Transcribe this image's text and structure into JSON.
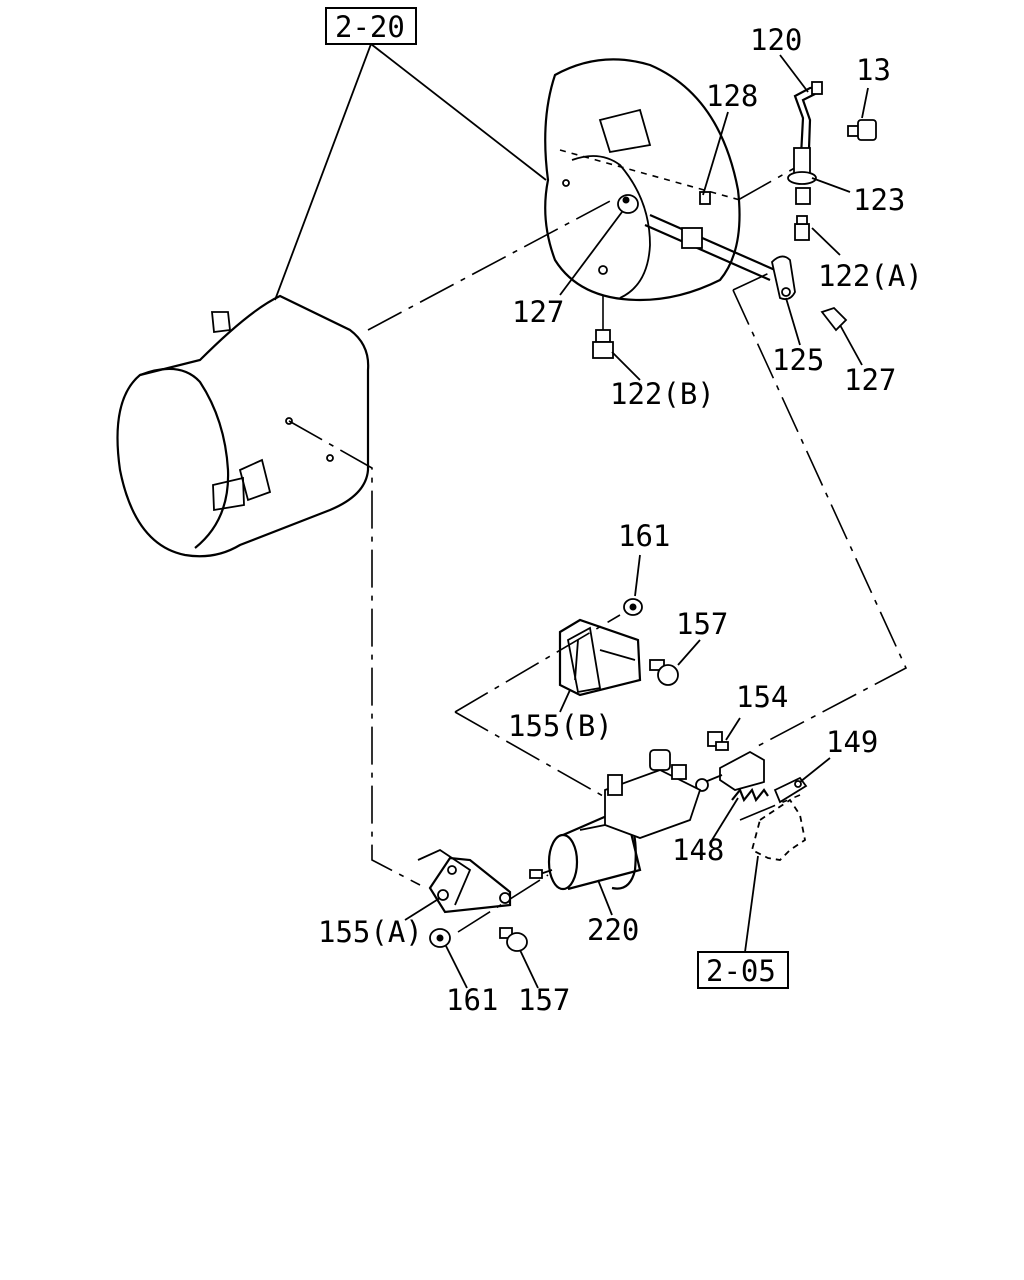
{
  "refs": {
    "top": "2-20",
    "bottom": "2-05"
  },
  "labels": {
    "p120": "120",
    "p13": "13",
    "p128": "128",
    "p123": "123",
    "p122a": "122(A)",
    "p127_upper": "127",
    "p125": "125",
    "p127_right": "127",
    "p122b": "122(B)",
    "p161_upper": "161",
    "p157_upper": "157",
    "p155b": "155(B)",
    "p154": "154",
    "p149": "149",
    "p148": "148",
    "p155a": "155(A)",
    "p220": "220",
    "p161_lower": "161",
    "p157_lower": "157"
  }
}
